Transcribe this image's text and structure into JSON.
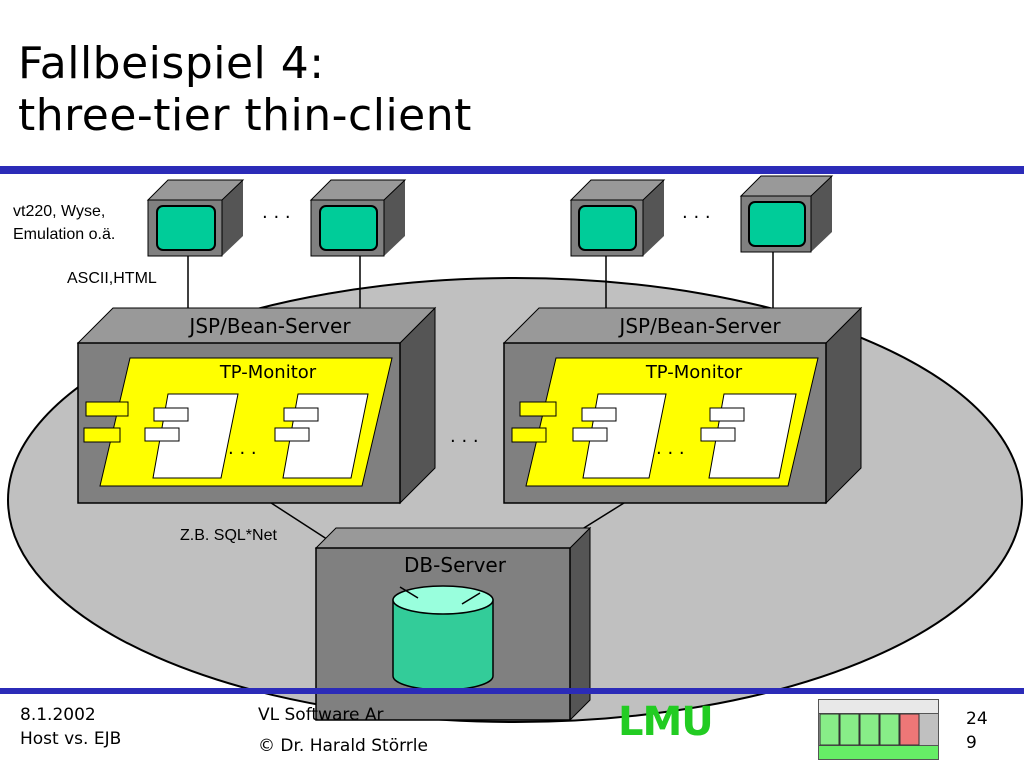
{
  "slide": {
    "title_line1": "Fallbeispiel 4:",
    "title_line2": "three-tier thin-client"
  },
  "diagram": {
    "terminal_label_line1": "vt220, Wyse,",
    "terminal_label_line2": "Emulation o.ä.",
    "protocol_label": "ASCII,HTML",
    "app_server_left": "JSP/Bean-Server",
    "app_server_right": "JSP/Bean-Server",
    "tp_monitor_left": "TP-Monitor",
    "tp_monitor_right": "TP-Monitor",
    "ellipsis": ". . .",
    "db_link_label": "Z.B. SQL*Net",
    "db_server": "DB-Server",
    "colors": {
      "cluster": "#c0c0c0",
      "server_box": "#808080",
      "tp_monitor": "#ffff00",
      "terminal_screen": "#00cc99",
      "database": "#33cc99"
    }
  },
  "footer": {
    "date": "8.1.2002",
    "course": "Host vs. EJB",
    "lecture": "VL Software Ar",
    "author": "© Dr. Harald Störrle",
    "logo": "LMU",
    "page_line1": "24",
    "page_line2": "9",
    "progress": {
      "segments_total": 5,
      "segments_done": 4
    }
  }
}
